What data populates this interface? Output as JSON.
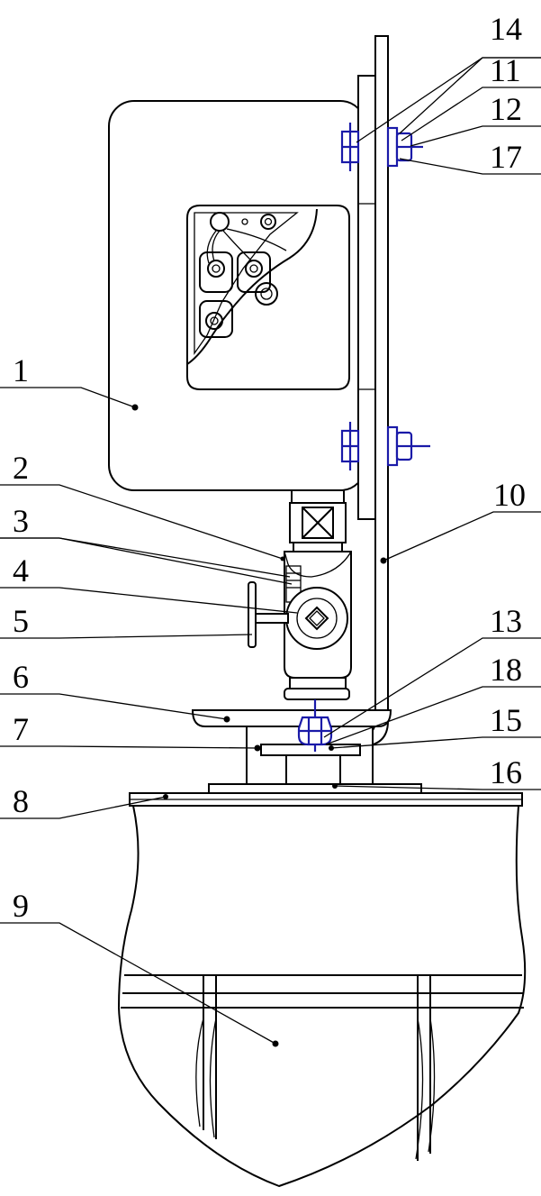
{
  "callouts": {
    "c1": "1",
    "c2": "2",
    "c3": "3",
    "c4": "4",
    "c5": "5",
    "c6": "6",
    "c7": "7",
    "c8": "8",
    "c9": "9",
    "c10": "10",
    "c11": "11",
    "c12": "12",
    "c13": "13",
    "c14": "14",
    "c15": "15",
    "c16": "16",
    "c17": "17",
    "c18": "18"
  },
  "colors": {
    "line": "#000000",
    "bolt": "#1a1aa8",
    "background": "#ffffff"
  }
}
